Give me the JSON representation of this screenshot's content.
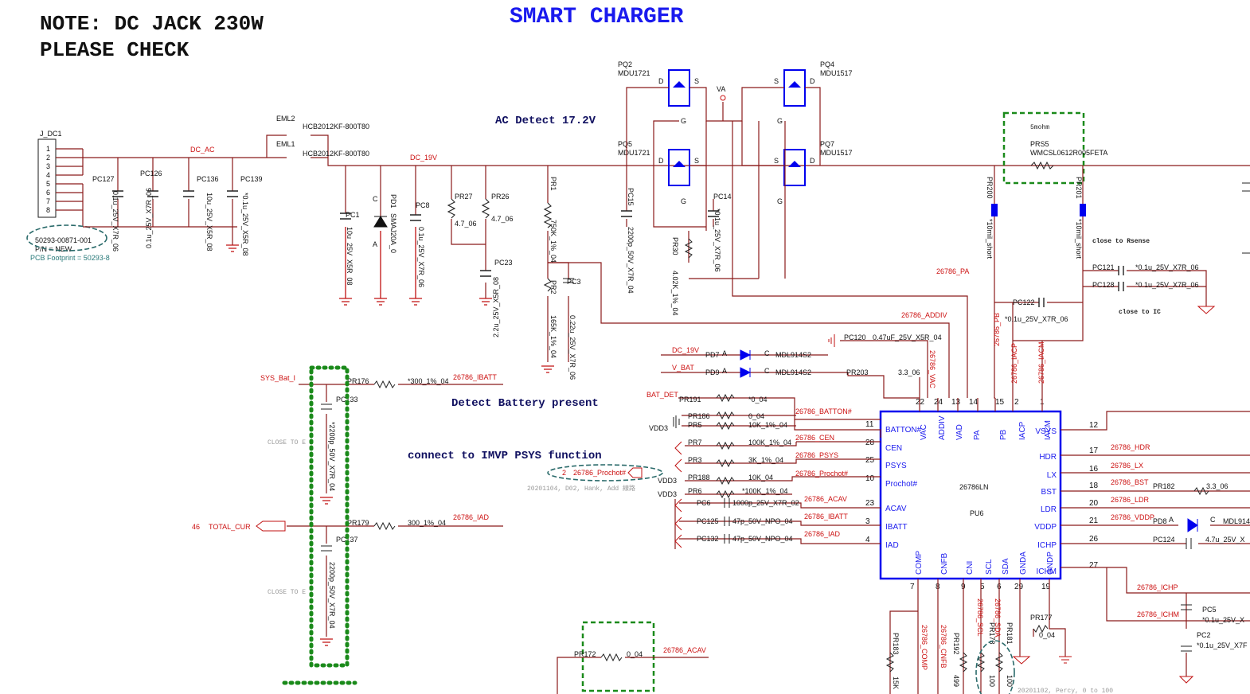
{
  "notes": {
    "line1": "NOTE: DC JACK 230W",
    "line2": "PLEASE CHECK",
    "title": "SMART CHARGER",
    "ac_detect": "AC Detect 17.2V",
    "detect_battery": "Detect Battery present",
    "imvp": "connect to IMVP PSYS function",
    "close_rsense": "close to Rsense",
    "close_ic": "close to IC",
    "close_to_e1": "CLOSE TO E",
    "close_to_e2": "CLOSE TO E",
    "note_20201104": "20201104, D02, Hank, Add 線路",
    "note_20201102": "20201102, Percy, 0 to 100"
  },
  "connector": {
    "ref": "J_DC1",
    "pins": [
      "1",
      "2",
      "3",
      "4",
      "5",
      "6",
      "7",
      "8"
    ],
    "part": "50293-00871-001",
    "pn": "P/N = NEW",
    "footprint": "PCB Footprint = 50293-8"
  },
  "nets": {
    "dc_ac": "DC_AC",
    "dc_19v": "DC_19V",
    "va": "VA",
    "dc_19v_in": "DC_19V",
    "v_bat": "V_BAT",
    "sys_bat_i": "SYS_Bat_I",
    "bat_det": "BAT_DET",
    "vdd3a": "VDD3",
    "vdd3b": "VDD3",
    "vdd3c": "VDD3",
    "total_cur_num": "46",
    "total_cur": "TOTAL_CUR",
    "prochot_num": "2",
    "prochot": "26786_Prochot#",
    "pa": "26786_PA",
    "addiv": "26786_ADDIV",
    "ibatt": "26786_IBATT",
    "iad": "26786_IAD",
    "batton": "26786_BATTON#",
    "cen": "26786_CEN",
    "psys": "26786_PSYS",
    "prochot2": "26786_Prochot#",
    "acav": "26786_ACAV",
    "ibatt2": "26786_IBATT",
    "iad2": "26786_IAD",
    "acav2": "26786_ACAV",
    "vac": "26786_VAC",
    "pb": "26786_PB",
    "iacp": "26786_IACP",
    "iacm": "26786_IACM",
    "hdr": "26786_HDR",
    "lx": "26786_LX",
    "bst": "26786_BST",
    "ldr": "26786_LDR",
    "vddp": "26786_VDDP",
    "ichp": "26786_ICHP",
    "ichm": "26786_ICHM",
    "comp": "26786_COMP",
    "cnfb": "26786_CNFB",
    "scl": "26786_SCL",
    "sda": "26786_SDA"
  },
  "parts": {
    "eml2": "EML2",
    "eml2_v": "HCB2012KF-800T80",
    "eml1": "EML1",
    "eml1_v": "HCB2012KF-800T80",
    "pc127": "PC127",
    "pc127_v": "0.1u_25V_X7R_06",
    "pc126": "PC126",
    "pc126_v": "0.1u_25V_X7R_06",
    "pc136": "PC136",
    "pc136_v": "10u_25V_X5R_08",
    "pc139": "PC139",
    "pc139_v": "*0.1u_25V_X5R_08",
    "pc1": "PC1",
    "pc1_v": "10u_25V_X5R_08",
    "pd1": "PD1",
    "pd1_v": "SMAJ20A_0",
    "pd1_c": "C",
    "pd1_a": "A",
    "pc8": "PC8",
    "pc8_v": "0.1u_25V_X7R_06",
    "pr27": "PR27",
    "pr27_v": "4.7_06",
    "pr26": "PR26",
    "pr26_v": "4.7_06",
    "pc23": "PC23",
    "pc23_v": "2.2u_25V_X5R_08",
    "pr1": "PR1",
    "pr1_v": "750K_1%_04",
    "pr2": "PR2",
    "pr2_v": "165K_1%_04",
    "pc3": "PC3",
    "pc3_v": "0.22u_25V_X7R_06",
    "pq2": "PQ2",
    "pq2_v": "MDU1721",
    "pq5": "PQ5",
    "pq5_v": "MDU1721",
    "pq4": "PQ4",
    "pq4_v": "MDU1517",
    "pq7": "PQ7",
    "pq7_v": "MDU1517",
    "pc15": "PC15",
    "pc15_v": "2200p_50V_X7R_04",
    "pc14": "PC14",
    "pc14_v": "*0.1u_25V_X7R_06",
    "pr30": "PR30",
    "pr30_v": "4.02K_1%_04",
    "prs5": "PRS5",
    "prs5_v": "WMCSL0612R005FETA",
    "prs5_note": "5mohm",
    "pr200": "PR200",
    "pr200_v": "*10mil_short",
    "pr201": "PR201",
    "pr201_v": "*10mil_short",
    "pc121": "PC121",
    "pc121_v": "*0.1u_25V_X7R_06",
    "pc128": "PC128",
    "pc128_v": "*0.1u_25V_X7R_06",
    "pc122": "PC122",
    "pc122_v": "*0.1u_25V_X7R_06",
    "pc120": "PC120",
    "pc120_v": "0.47uF_25V_X5R_04",
    "pd7": "PD7",
    "pd7_v": "MDL914S2",
    "pd9": "PD9",
    "pd9_v": "MDL914S2",
    "pr203": "PR203",
    "pr203_v": "3.3_06",
    "pr176": "PR176",
    "pr176_v": "*300_1%_04",
    "pc133": "PC133",
    "pc133_v": "*2200p_50V_X7R_04",
    "pr179": "PR179",
    "pr179_v": "300_1%_04",
    "pc137": "PC137",
    "pc137_v": "2200p_50V_X7R_04",
    "pr191": "PR191",
    "pr191_v": "*0_04",
    "pr186": "PR186",
    "pr186_v": "0_04",
    "pr5": "PR5",
    "pr5_v": "10K_1%_04",
    "pr7": "PR7",
    "pr7_v": "100K_1%_04",
    "pr3": "PR3",
    "pr3_v": "3K_1%_04",
    "pr188": "PR188",
    "pr188_v": "10K_04",
    "pr6": "PR6",
    "pr6_v": "*100K_1%_04",
    "pc6": "PC6",
    "pc6_v": "1000p_25V_X7R_02",
    "pc125": "PC125",
    "pc125_v": "47p_50V_NPO_04",
    "pc132": "PC132",
    "pc132_v": "47p_50V_NPO_04",
    "pr172": "PR172",
    "pr172_v": "0_04",
    "pr182": "PR182",
    "pr182_v": "3.3_06",
    "pd8": "PD8",
    "pd8_v": "MDL914",
    "pc124": "PC124",
    "pc124_v": "4.7u_25V_X",
    "pc5": "PC5",
    "pc5_v": "*0.1u_25V_X",
    "pc2": "PC2",
    "pc2_v": "*0.1u_25V_X7F",
    "pr177": "PR177",
    "pr177_v": "0_04",
    "pr183": "PR183",
    "pr183_v": "15K",
    "pr192": "PR192",
    "pr192_v": "499",
    "pr178": "PR178",
    "pr178_v": "100",
    "pr181": "PR181",
    "pr181_v": "100"
  },
  "ic": {
    "ref": "PU6",
    "part": "26786LN",
    "top_pins": [
      {
        "name": "VAC",
        "num": "22"
      },
      {
        "name": "ADDIV",
        "num": "24"
      },
      {
        "name": "VAD",
        "num": "13"
      },
      {
        "name": "PA",
        "num": "14"
      },
      {
        "name": "PB",
        "num": "15"
      },
      {
        "name": "IACP",
        "num": "2"
      },
      {
        "name": "IACM",
        "num": "1"
      }
    ],
    "left_pins": [
      {
        "name": "BATTON#",
        "num": "11"
      },
      {
        "name": "CEN",
        "num": "28"
      },
      {
        "name": "PSYS",
        "num": "25"
      },
      {
        "name": "Prochot#",
        "num": "10"
      },
      {
        "name": "ACAV",
        "num": "23"
      },
      {
        "name": "IBATT",
        "num": "3"
      },
      {
        "name": "IAD",
        "num": "4"
      }
    ],
    "right_pins": [
      {
        "name": "VSYS",
        "num": "12"
      },
      {
        "name": "HDR",
        "num": "17"
      },
      {
        "name": "LX",
        "num": "16"
      },
      {
        "name": "BST",
        "num": "18"
      },
      {
        "name": "LDR",
        "num": "20"
      },
      {
        "name": "VDDP",
        "num": "21"
      },
      {
        "name": "ICHP",
        "num": "26"
      },
      {
        "name": "ICHM",
        "num": "27"
      }
    ],
    "bottom_pins": [
      {
        "name": "COMP",
        "num": "7"
      },
      {
        "name": "CNFB",
        "num": "8"
      },
      {
        "name": "CNI",
        "num": "9"
      },
      {
        "name": "SCL",
        "num": "5"
      },
      {
        "name": "SDA",
        "num": "6"
      },
      {
        "name": "GNDA",
        "num": "29"
      },
      {
        "name": "GNDP",
        "num": "19"
      }
    ]
  },
  "mosfet_pins": {
    "d": "D",
    "s": "S",
    "g": "G"
  },
  "diode_pins": {
    "a": "A",
    "c": "C"
  }
}
